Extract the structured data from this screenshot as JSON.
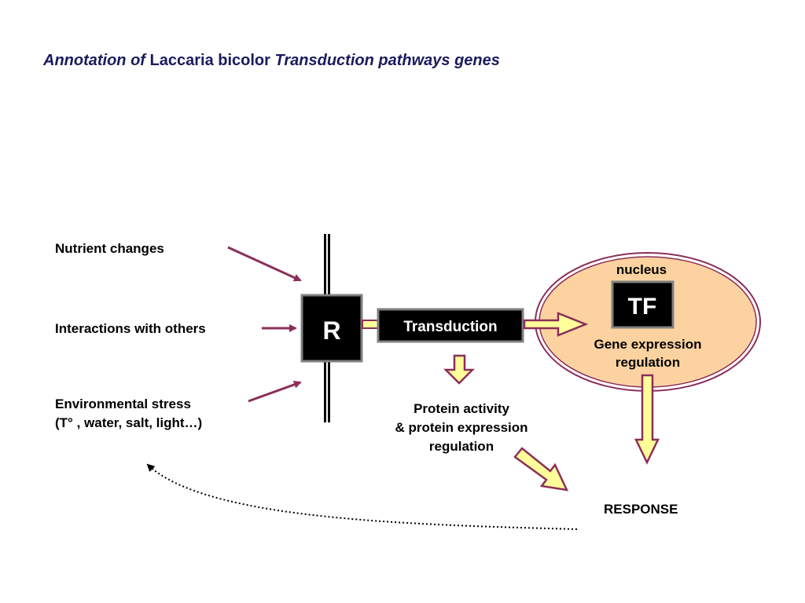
{
  "title": {
    "part1": "Annotation of",
    "part2": "Laccaria bicolor",
    "part3": "Transduction pathways genes"
  },
  "inputs": {
    "nutrient": "Nutrient changes",
    "interactions": "Interactions with others",
    "stress_line1": "Environmental stress",
    "stress_line2": "(T°  , water, salt, light…)"
  },
  "receptor_label": "R",
  "transduction_label": "Transduction",
  "nucleus": {
    "label": "nucleus",
    "tf_label": "TF",
    "gene_line1": "Gene expression",
    "gene_line2": "regulation"
  },
  "protein": {
    "line1": "Protein activity",
    "line2": "& protein expression",
    "line3": "regulation"
  },
  "response_label": "RESPONSE",
  "colors": {
    "title": "#1a1a5e",
    "arrow_fill": "#ffff99",
    "arrow_stroke": "#8b2e5a",
    "oval_fill": "#fcd3a0",
    "box_fill": "#000000",
    "box_border": "#808080"
  }
}
